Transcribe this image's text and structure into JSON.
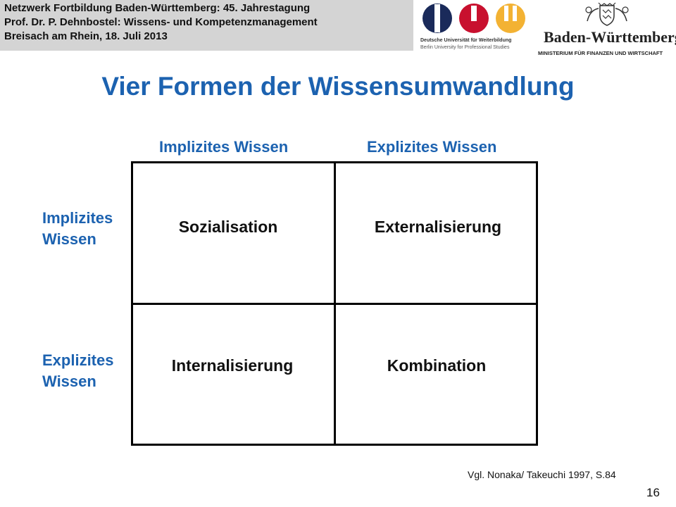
{
  "header": {
    "lines": [
      "Netzwerk Fortbildung Baden-Württemberg: 45. Jahrestagung",
      "Prof. Dr. P. Dehnbostel: Wissens- und Kompetenzmanagement",
      "Breisach am Rhein, 18. Juli 2013"
    ]
  },
  "logos": {
    "duw": {
      "name": "Deutsche Universität für Weiterbildung",
      "subtitle": "Berlin University for Professional Studies",
      "colors": [
        "#1a2a5a",
        "#c8102e",
        "#f3b233"
      ]
    },
    "bw": {
      "name": "Baden-Württemberg",
      "ministry": "MINISTERIUM FÜR FINANZEN UND WIRTSCHAFT"
    }
  },
  "slide": {
    "title": "Vier Formen der Wissensumwandlung",
    "columns": [
      "Implizites Wissen",
      "Explizites Wissen"
    ],
    "rows": [
      {
        "line1": "Implizites",
        "line2": "Wissen"
      },
      {
        "line1": "Explizites",
        "line2": "Wissen"
      }
    ],
    "cells": [
      [
        "Sozialisation",
        "Externalisierung"
      ],
      [
        "Internalisierung",
        "Kombination"
      ]
    ],
    "citation": "Vgl. Nonaka/ Takeuchi 1997, S.84",
    "page_number": "16"
  },
  "colors": {
    "accent": "#1c62b0",
    "header_band": "#d4d4d4"
  }
}
